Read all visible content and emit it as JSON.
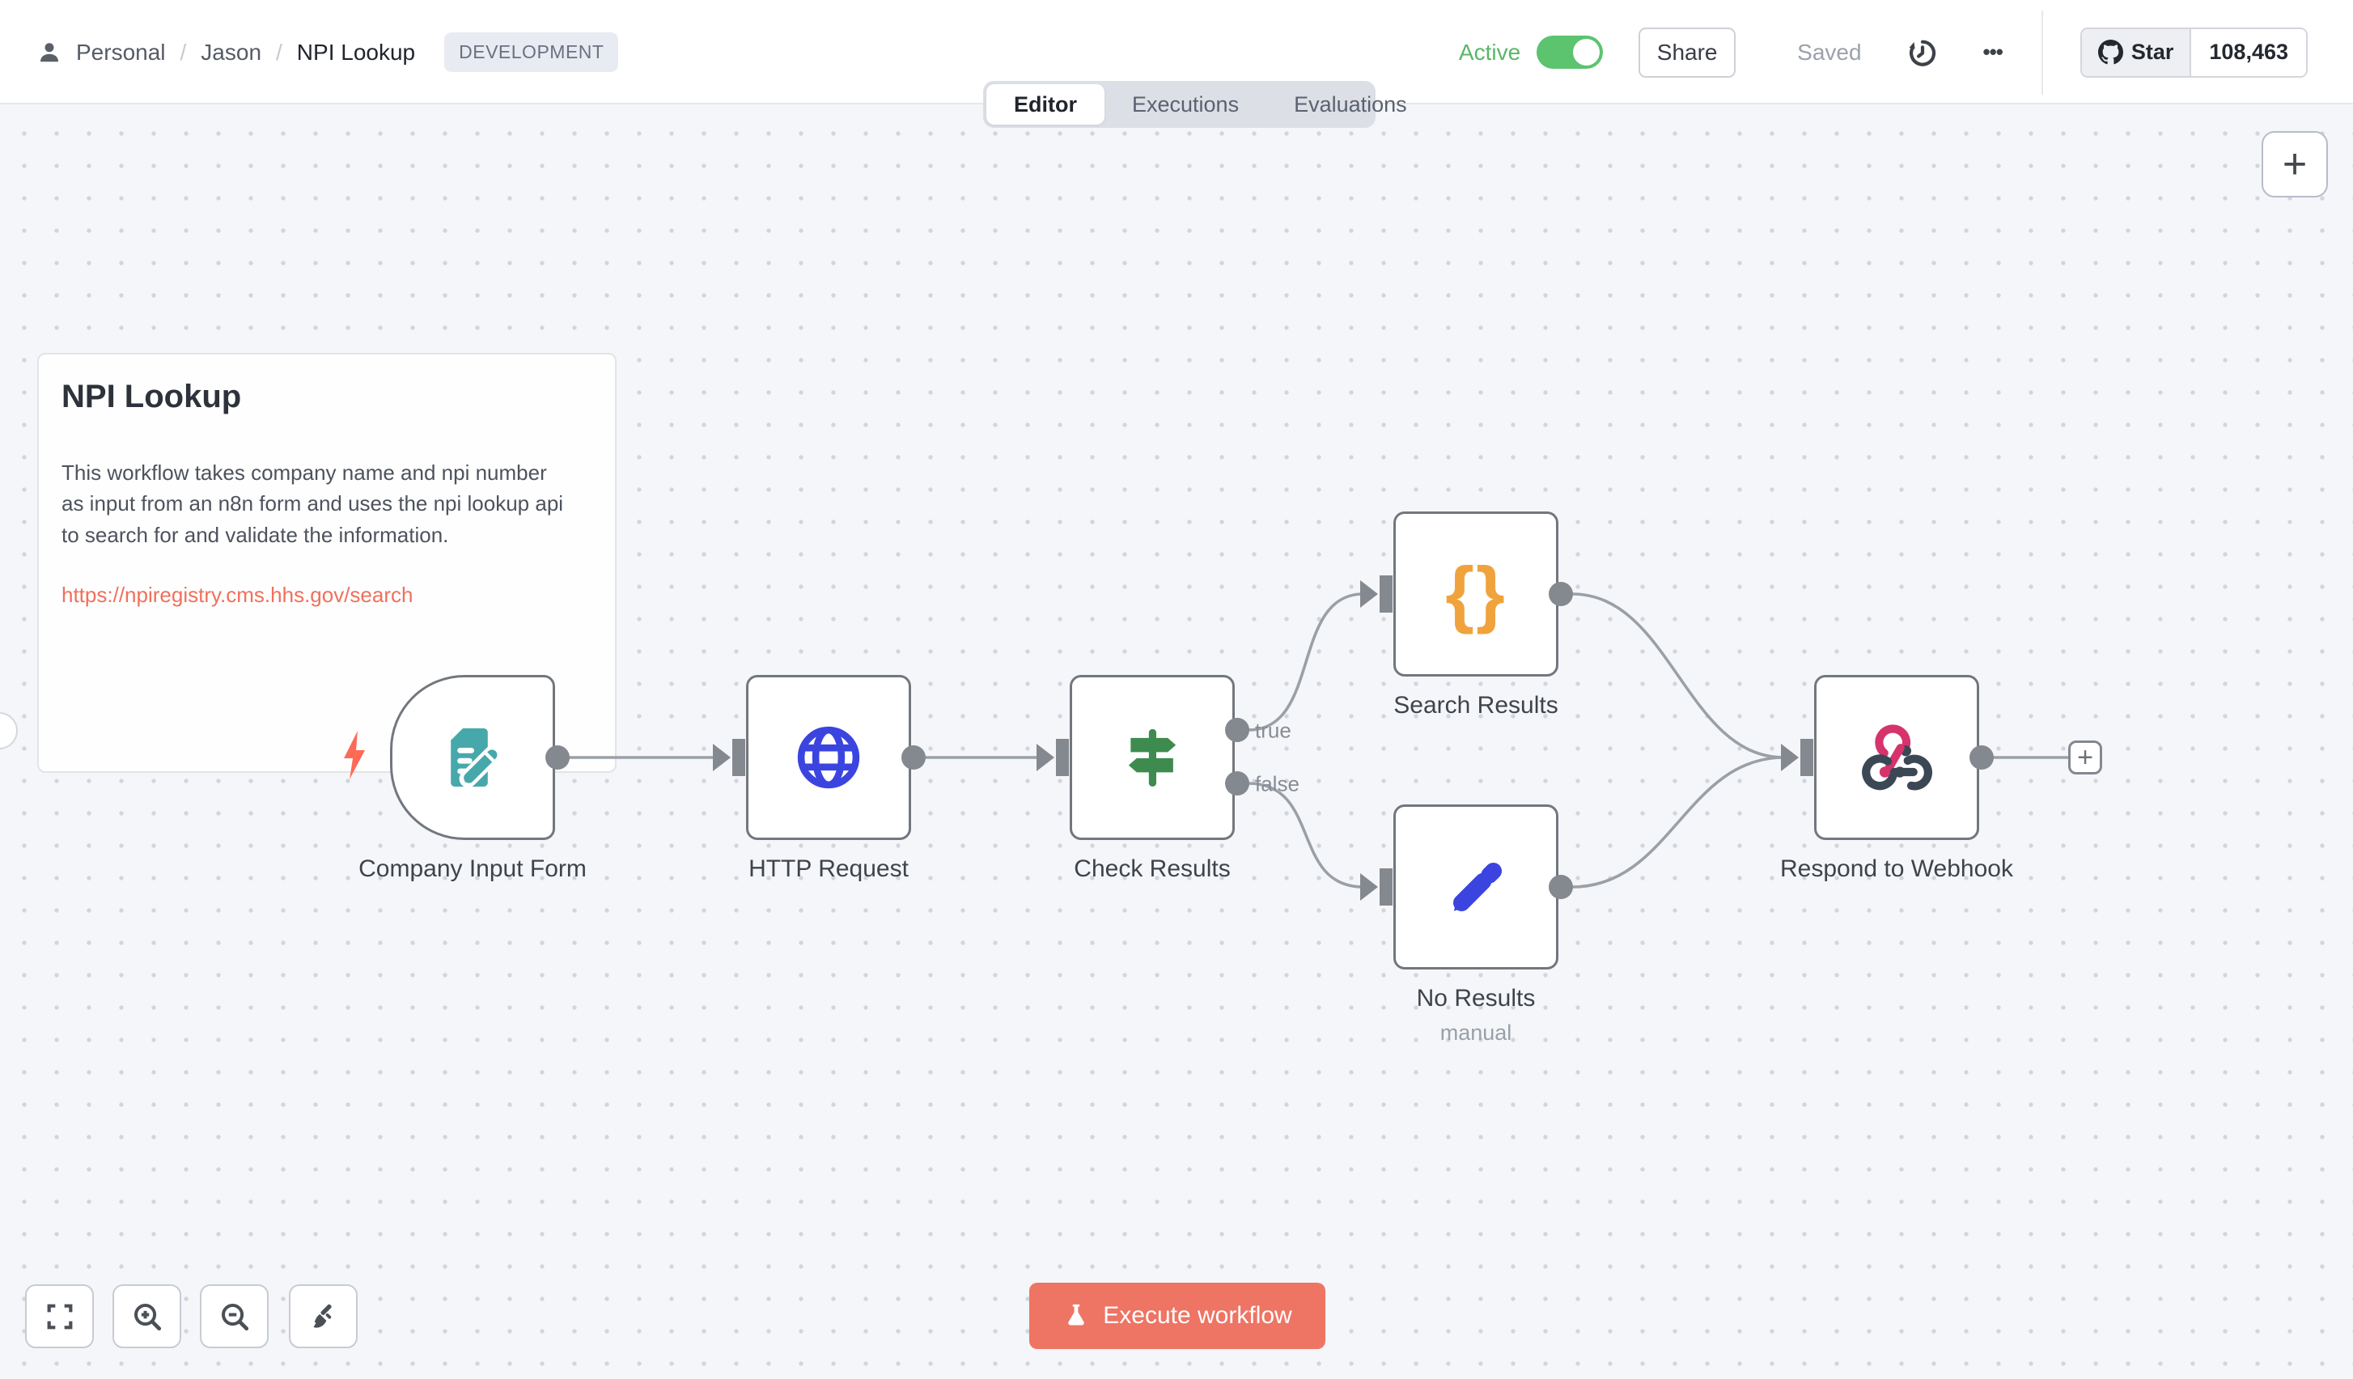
{
  "colors": {
    "execute_button_coral": "#ee7464",
    "link_coral": "#f0705c",
    "bolt_coral": "#ff6a55",
    "active_green": "#58b768",
    "toggle_green": "#5cc36f",
    "node_border_gray": "#72777e",
    "connector_gray": "#9aa0a7",
    "form_icon_teal": "#47a8ab",
    "http_icon_blue": "#3c44e0",
    "if_icon_green": "#3d8b4f",
    "set_icon_orange": "#f0a33c",
    "webhook_icon_pink": "#d6336c",
    "webhook_icon_dark": "#3b4754"
  },
  "header": {
    "breadcrumb": {
      "project": "Personal",
      "sep": "/",
      "folder": "Jason",
      "workflow": "NPI Lookup"
    },
    "badge": "DEVELOPMENT",
    "active_label": "Active",
    "share_label": "Share",
    "saved_label": "Saved",
    "more_glyph": "•••",
    "github": {
      "star_label": "Star",
      "star_count": "108,463"
    }
  },
  "tabs": {
    "editor": "Editor",
    "executions": "Executions",
    "evaluations": "Evaluations"
  },
  "sticky": {
    "title": "NPI Lookup",
    "body": "This workflow takes company name and npi number as input from an n8n form and uses the npi lookup api to search for and validate the information.",
    "link": "https://npiregistry.cms.hhs.gov/search"
  },
  "nodes": {
    "company_form": {
      "label": "Company Input Form"
    },
    "http_request": {
      "label": "HTTP Request"
    },
    "check_results": {
      "label": "Check Results",
      "output_true": "true",
      "output_false": "false"
    },
    "search_results": {
      "label": "Search Results",
      "icon_glyph": "{}"
    },
    "no_results": {
      "label": "No Results",
      "subtitle": "manual"
    },
    "respond_webhook": {
      "label": "Respond to Webhook"
    }
  },
  "canvas": {
    "execute_label": "Execute workflow",
    "add_node_glyph": "+",
    "add_next_glyph": "+"
  }
}
